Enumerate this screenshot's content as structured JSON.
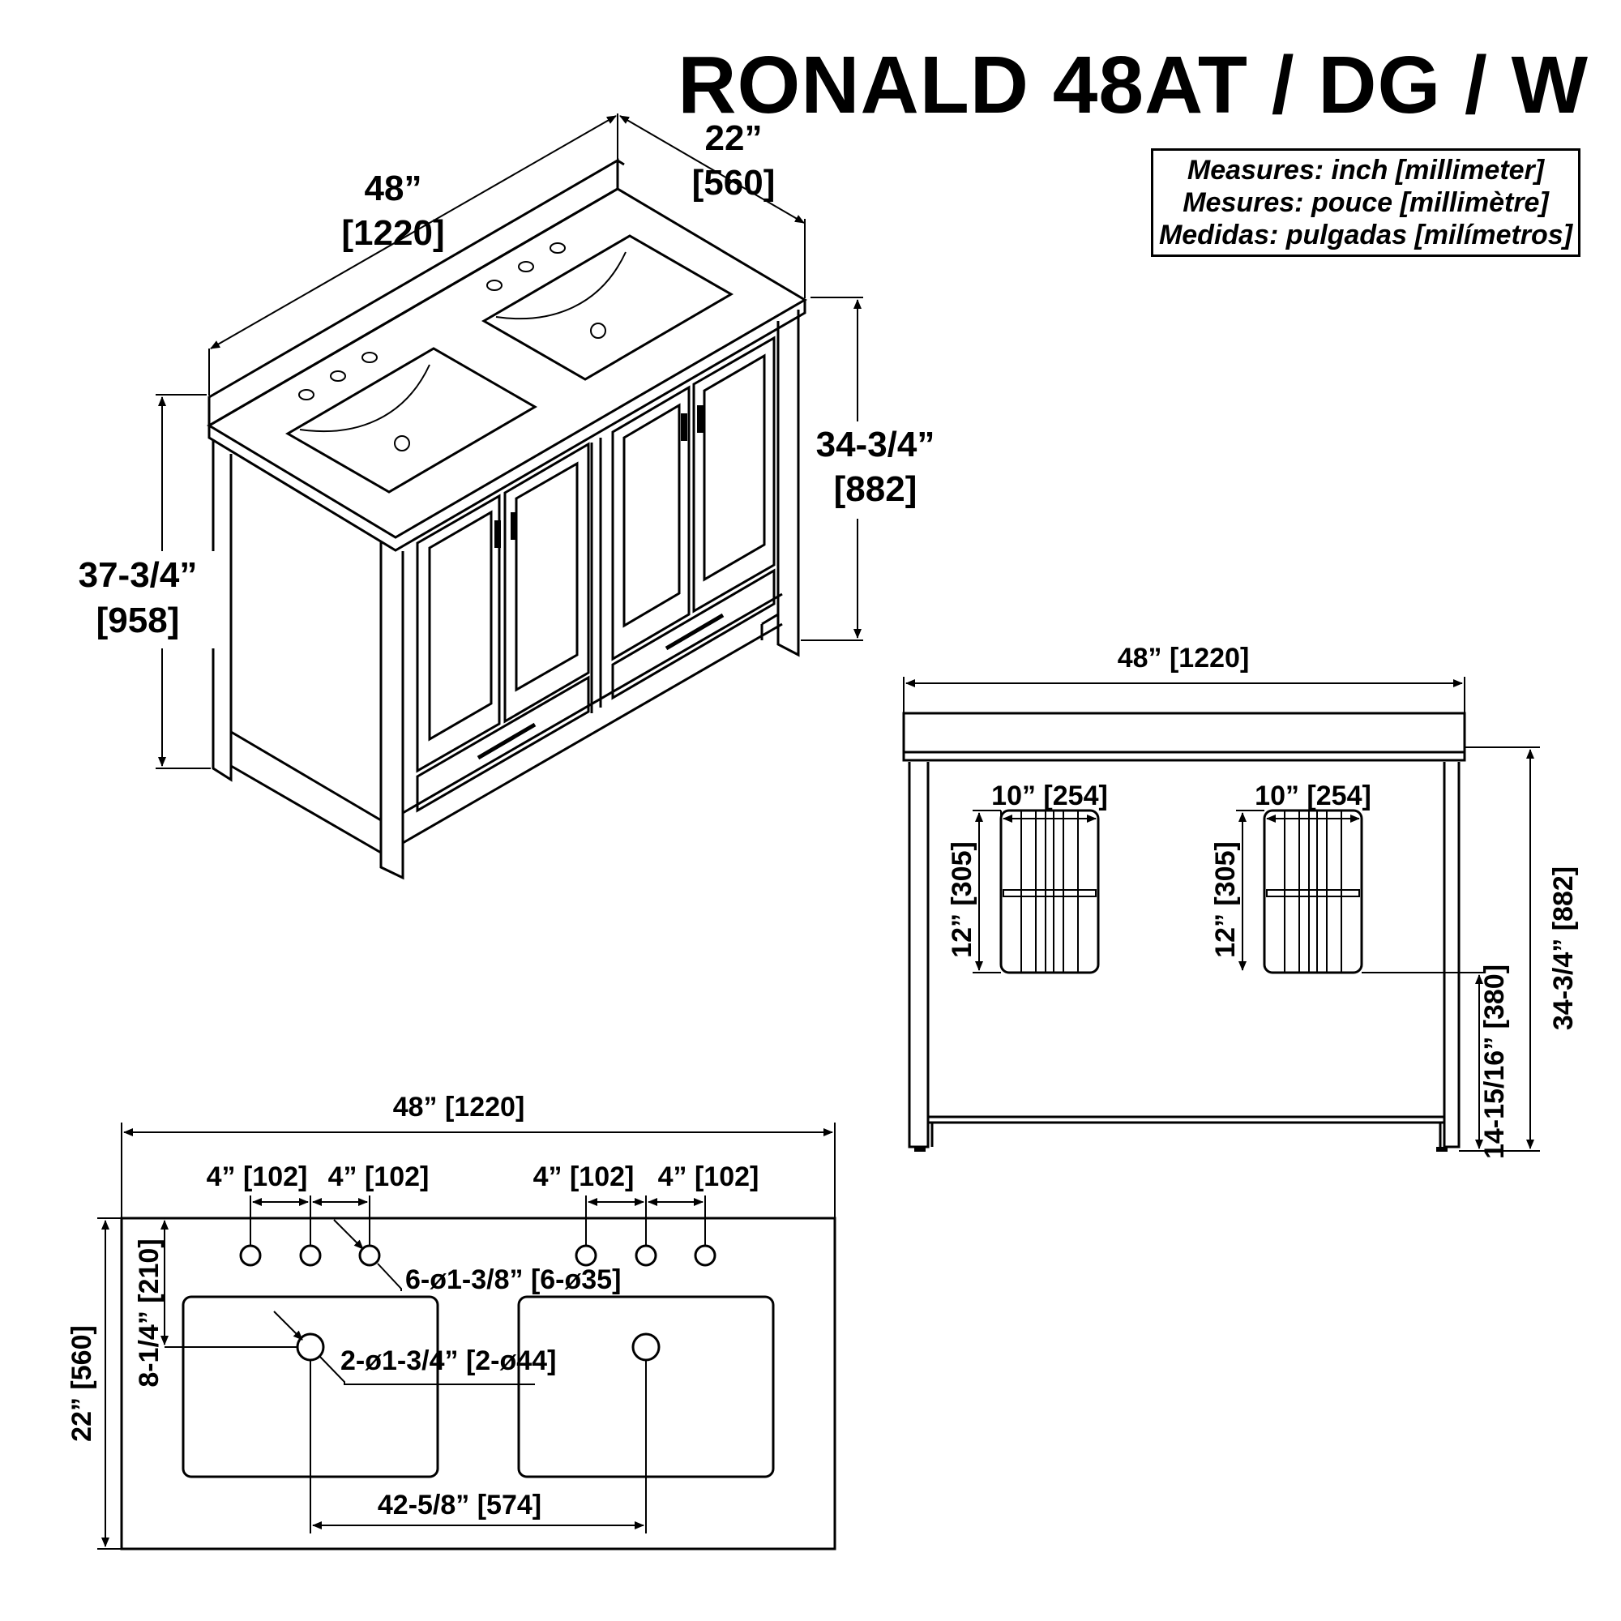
{
  "title": "RONALD 48AT / DG / W",
  "legend": [
    "Measures: inch [millimeter]",
    "Mesures: pouce [millimètre]",
    "Medidas: pulgadas [milímetros]"
  ],
  "iso_view": {
    "width": "48”",
    "width_mm": "[1220]",
    "depth": "22”",
    "depth_mm": "[560]",
    "height_total": "37-3/4”",
    "height_total_mm": "[958]",
    "height_top": "34-3/4”",
    "height_top_mm": "[882]"
  },
  "side_view": {
    "width": "48” [1220]",
    "drawer_left_width": "10” [254]",
    "drawer_right_width": "10” [254]",
    "drawer_left_height": "12” [305]",
    "drawer_right_height": "12” [305]",
    "drawer_floor": "14-15/16” [380]",
    "height": "34-3/4” [882]"
  },
  "top_view": {
    "width": "48” [1220]",
    "spacing_1": "4” [102]",
    "spacing_2": "4” [102]",
    "spacing_3": "4” [102]",
    "spacing_4": "4” [102]",
    "faucet_holes": "6-ø1-3/8” [6-ø35]",
    "drain_holes": "2-ø1-3/4” [2-ø44]",
    "drain_offset": "8-1/4” [210]",
    "depth": "22” [560]",
    "drain_spacing": "42-5/8” [574]"
  },
  "colors": {
    "ink": "#000000",
    "paper": "#ffffff"
  }
}
